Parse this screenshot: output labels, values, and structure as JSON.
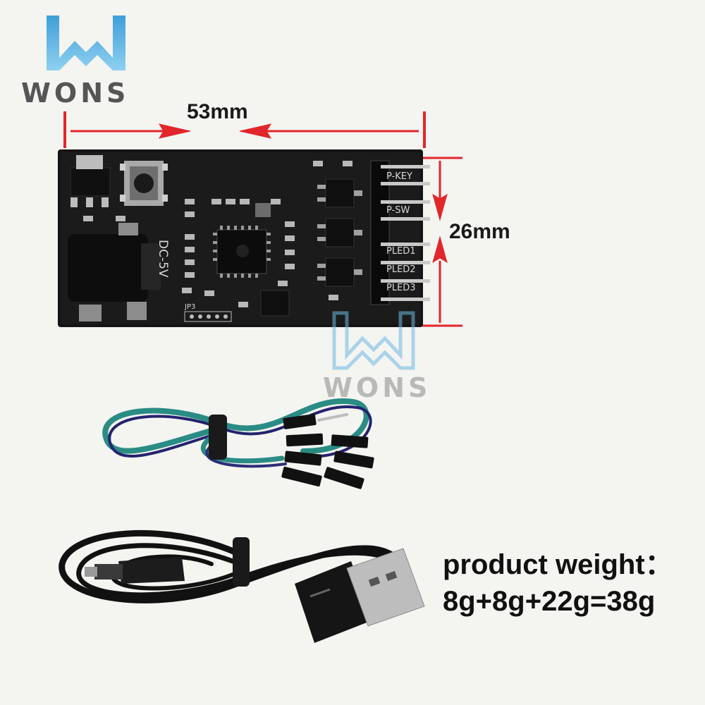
{
  "logo": {
    "text": "WONS"
  },
  "watermark": {
    "text": "WONS"
  },
  "dimensions": {
    "width": "53mm",
    "height": "26mm"
  },
  "weight": {
    "label": "product weight：",
    "value": "8g+8g+22g=38g"
  },
  "board": {
    "power_label": "DC-5V",
    "pin_labels": [
      "P-KEY",
      "P-SW",
      "PLED1",
      "PLED2",
      "PLED3"
    ],
    "header_label": "JP3"
  },
  "colors": {
    "accent": "#e3262b",
    "logo": "#4da6d6",
    "board": "#141414"
  }
}
